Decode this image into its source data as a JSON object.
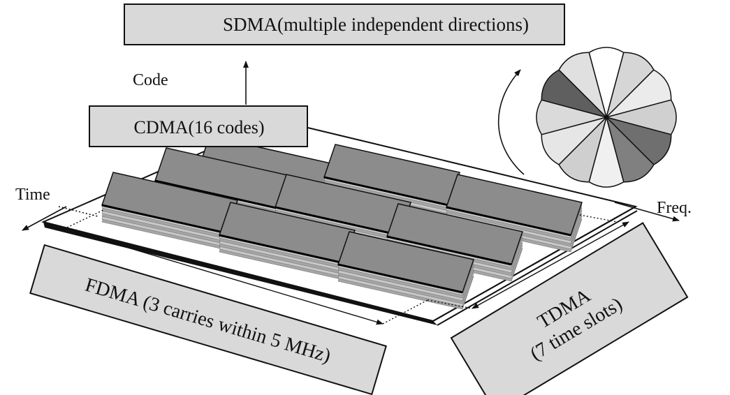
{
  "labels": {
    "sdma": "SDMA(multiple independent directions)",
    "cdma": "CDMA(16 codes)",
    "code_axis": "Code",
    "time_axis": "Time",
    "freq_axis": "Freq.",
    "fdma": "FDMA (3 carries within 5 MHz)",
    "tdma_line1": "TDMA",
    "tdma_line2": "(7 time slots)"
  },
  "colors": {
    "box_fill": "#d9d9d9",
    "block_top": "#8c8c8c",
    "layer_light": "#c8c8c8",
    "layer_mid": "#a6a6a6",
    "stroke": "#111111"
  },
  "sector_shades": [
    "#ffffff",
    "#d6d6d6",
    "#ebebeb",
    "#d0d0d0",
    "#6f6f6f",
    "#808080",
    "#f0f0f0",
    "#cfcfcf",
    "#e6e6e6",
    "#dadada",
    "#5f5f5f",
    "#e0e0e0"
  ]
}
